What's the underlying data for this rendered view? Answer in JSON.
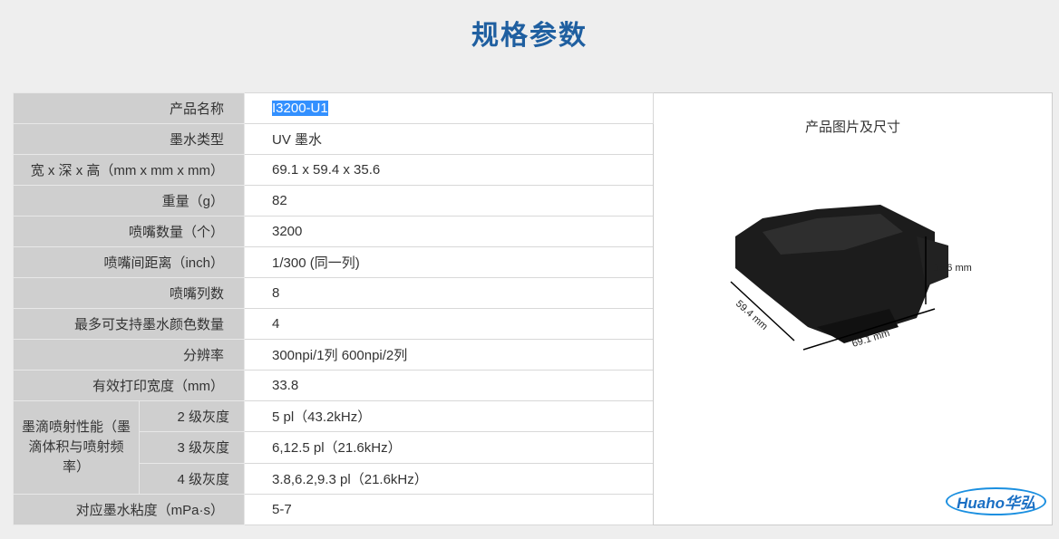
{
  "page": {
    "title": "规格参数"
  },
  "specs": [
    {
      "label": "产品名称",
      "value": "I3200-U1"
    },
    {
      "label": "墨水类型",
      "value": "UV 墨水"
    },
    {
      "label": "宽 x 深 x 高（mm x mm x mm）",
      "value": "69.1 x 59.4 x 35.6"
    },
    {
      "label": "重量（g）",
      "value": "82"
    },
    {
      "label": "喷嘴数量（个）",
      "value": "3200"
    },
    {
      "label": "喷嘴间距离（inch）",
      "value": "1/300 (同一列)"
    },
    {
      "label": "喷嘴列数",
      "value": "8"
    },
    {
      "label": "最多可支持墨水颜色数量",
      "value": "4"
    },
    {
      "label": "分辨率",
      "value": "300npi/1列 600npi/2列"
    },
    {
      "label": "有效打印宽度（mm）",
      "value": "33.8"
    }
  ],
  "droplet": {
    "group_label": "墨滴喷射性能（墨滴体积与喷射频率）",
    "rows": [
      {
        "label": "2 级灰度",
        "value": "5 pl（43.2kHz）"
      },
      {
        "label": "3 级灰度",
        "value": "6,12.5 pl（21.6kHz）"
      },
      {
        "label": "4 级灰度",
        "value": "3.8,6.2,9.3 pl（21.6kHz）"
      }
    ]
  },
  "viscosity": {
    "label": "对应墨水粘度（mPa·s）",
    "value": "5-7"
  },
  "image_panel": {
    "caption": "产品图片及尺寸",
    "dim_width": "69.1 mm",
    "dim_depth": "59.4 mm",
    "dim_height": "35.6 mm",
    "logo": "Huaho华弘"
  },
  "colors": {
    "title": "#1f5fa0",
    "selection": "#3390ff",
    "label_bg": "#cfcfcf"
  }
}
